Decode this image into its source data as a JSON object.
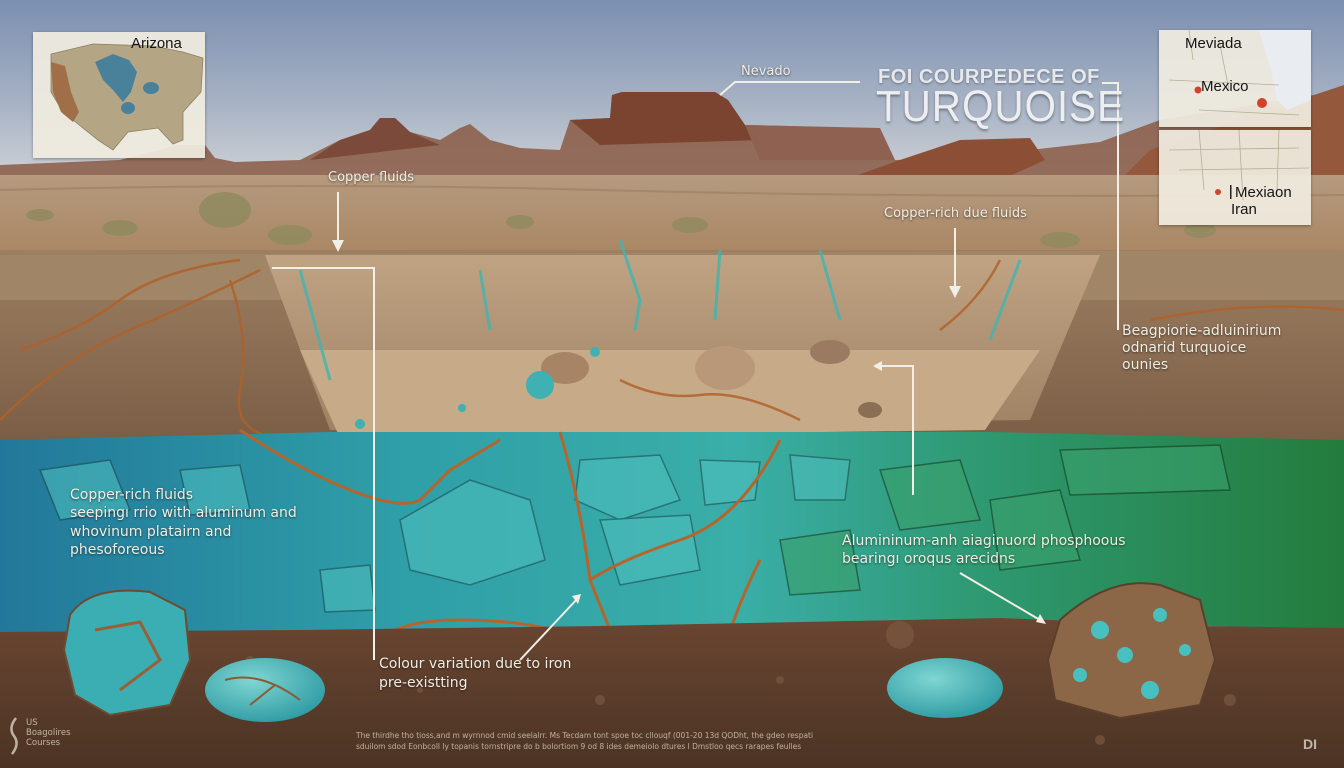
{
  "title": {
    "subtitle": "FOI COURPEDECE OF",
    "main": "TURQUOISE"
  },
  "inset_maps": {
    "left_map": {
      "label": "Arizona"
    },
    "right_map_top": {
      "labels": [
        "Meviada",
        "Mexico"
      ]
    },
    "right_map_bottom": {
      "labels": [
        "Mexiaon",
        "Iran"
      ]
    }
  },
  "callouts": {
    "nevado": "Nevado",
    "copper_fluids": "Copper fluids",
    "copper_rich_due_fluids": "Copper-rich due fluids",
    "beagpiorie": {
      "line1": "Beagpiorie-adluinirium",
      "line2": "odnarid turquoice",
      "line3": "ounies"
    },
    "copper_rich_seeping": {
      "line1": "Copper-rich fluids",
      "line2": "seepingı rrio with aluminum and",
      "line3": "whovinum platairn and",
      "line4": "phesoforeous"
    },
    "aluminum_bearing": {
      "line1": "Alumininum-anh aiaginuord phosphoous",
      "line2": "bearingı oroqus arecidns"
    },
    "colour_variation": {
      "line1": "Colour variation due to iron",
      "line2": "pre-existting"
    }
  },
  "footer": {
    "line1": "The thirdhe tho tioss,and m wyrnnod cmid seelalrr. Ms Tecdam tont spoe toc cllouqf (001-20 13d QODht, the gdeo respati",
    "line2": "sduilom sdod Eonbcoll ly topanis tornstripre do b bolortiom 9 od 8 ides demeiolo dtures l Dmstloo qecs rarapes feulles"
  },
  "logo": {
    "line1": "US",
    "line2": "Boagolires",
    "line3": "Courses"
  },
  "corner_mark": "DI",
  "colors": {
    "sky_top": "#7f93b3",
    "sky_bottom": "#c9cfd6",
    "desert": "#b89470",
    "rock": "#7e5a3e",
    "turquoise_blue": "#2a8aa0",
    "turquoise_cyan": "#3fb0b0",
    "green_zone": "#2c7f47",
    "soil": "#5c3e2b",
    "iron_vein": "#b0612a",
    "marker_red": "#d0452a"
  }
}
